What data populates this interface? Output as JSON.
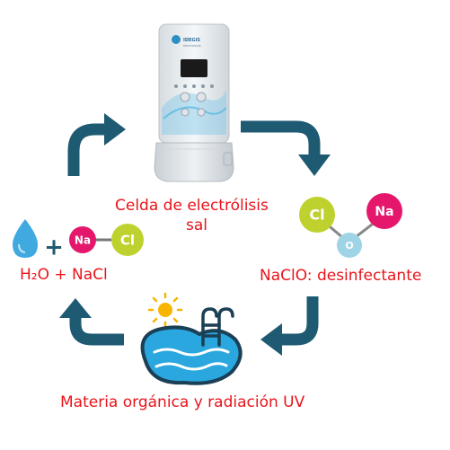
{
  "colors": {
    "arrow": "#1f5a73",
    "label": "#e8141b",
    "sodium": "#e4176d",
    "chlorine": "#bfd12e",
    "oxygen": "#9fd3e6",
    "water_drop": "#3fa9e0",
    "pool_water": "#29a7de",
    "sun": "#f7b500",
    "device_body": "#e9edf0",
    "device_screen": "#1a1a1a"
  },
  "device": {
    "brand": "IDEGIS",
    "sublabel": "electrolysis"
  },
  "labels": {
    "cell_line1": "Celda de electrólisis",
    "cell_line2": "sal",
    "reactants": "H₂O + NaCl",
    "product": "NaClO: desinfectante",
    "consumers": "Materia orgánica y radiación UV"
  },
  "reactants": {
    "plus": "+",
    "sodium": "Na",
    "chlorine": "Cl"
  },
  "product_molecule": {
    "chlorine": "Cl",
    "sodium": "Na",
    "oxygen": "O"
  }
}
